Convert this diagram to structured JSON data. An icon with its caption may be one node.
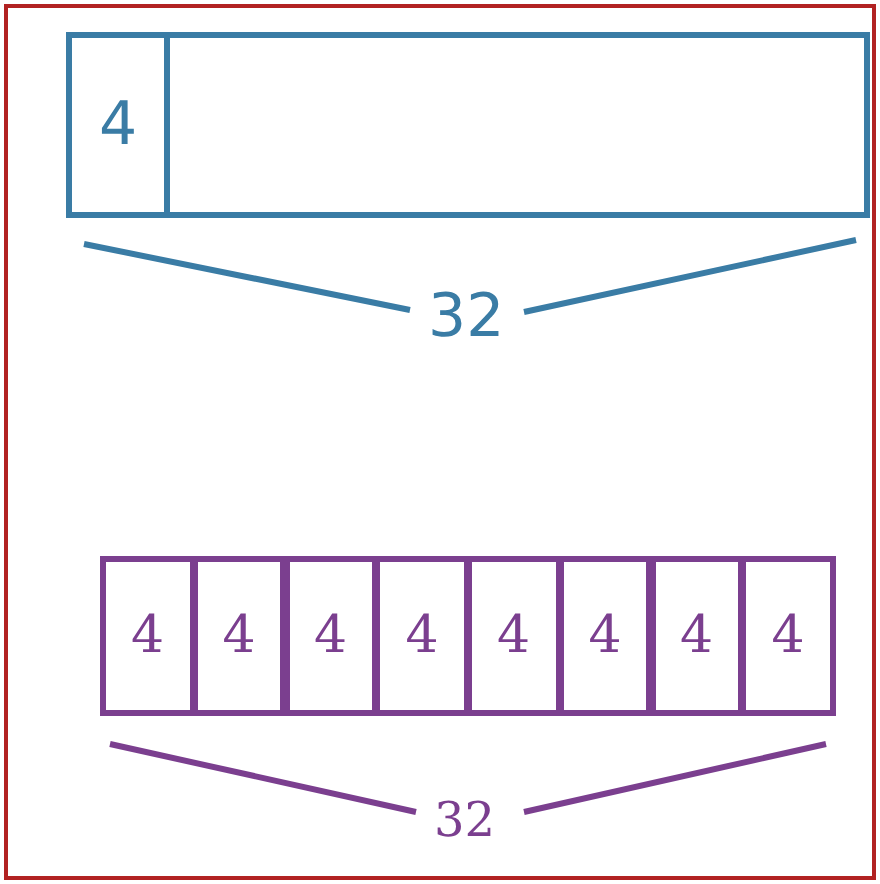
{
  "diagram": {
    "nodes": [
      {
        "text": [
          "4"
        ]
      },
      {
        "text": [],
        "shape": "box"
      },
      {
        "text": [
          "4"
        ]
      },
      {
        "text": [
          "4"
        ]
      },
      {
        "text": [
          "4"
        ]
      },
      {
        "text": [
          "4"
        ]
      },
      {
        "text": [
          "4"
        ]
      },
      {
        "text": [
          "4"
        ]
      },
      {
        "text": [
          "4"
        ]
      },
      {
        "text": [
          "4"
        ]
      }
    ],
    "labels": [
      "32",
      "32"
    ]
  }
}
